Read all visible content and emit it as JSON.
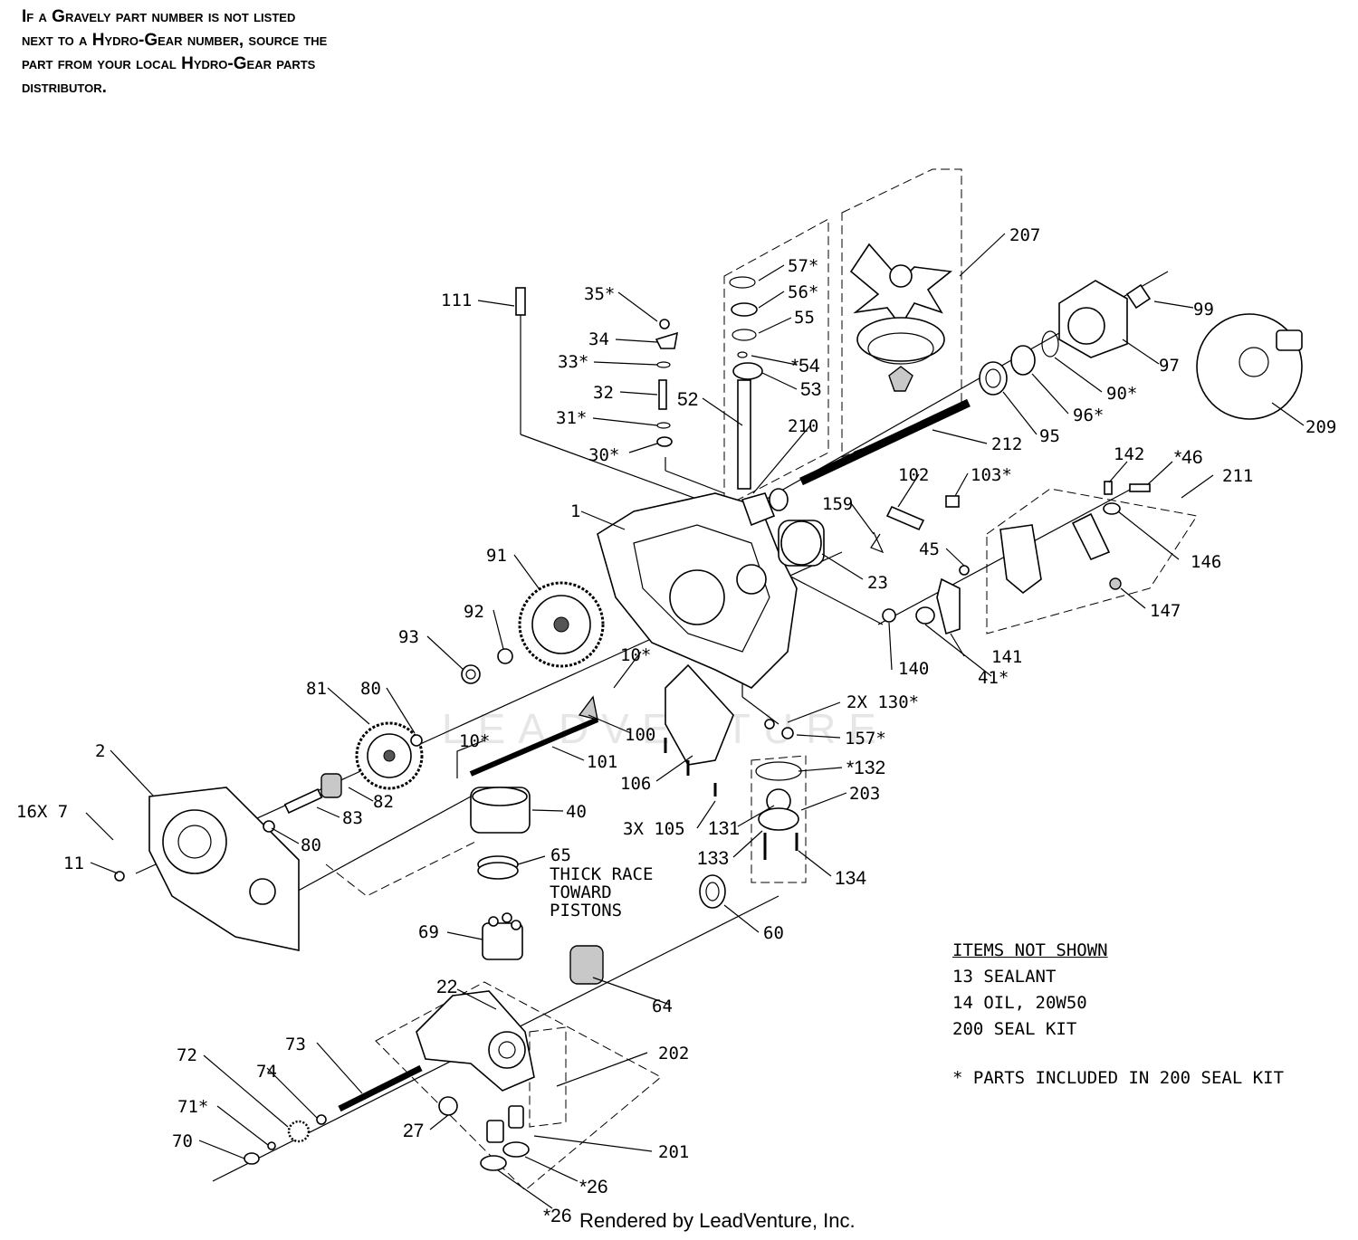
{
  "note": {
    "lines": [
      "If a Gravely part number is not listed",
      "next to a Hydro-Gear number, source the",
      "part from your local Hydro-Gear parts",
      "distributor."
    ]
  },
  "watermark": "LEADVENTURE",
  "labels": {
    "l111": "111",
    "l35": "35*",
    "l34": "34",
    "l33": "33*",
    "l32": "32",
    "l31": "31*",
    "l30": "30*",
    "l57": "57*",
    "l56": "56*",
    "l55": "55",
    "l54": "*54",
    "l53": "53",
    "l52": "52",
    "l210": "210",
    "l207": "207",
    "l99": "99",
    "l97": "97",
    "l90": "90*",
    "l96": "96*",
    "l95": "95",
    "l209": "209",
    "l212": "212",
    "l142": "142",
    "l46": "*46",
    "l211": "211",
    "l102": "102",
    "l103": "103*",
    "l159": "159",
    "l45": "45",
    "l146": "146",
    "l147": "147",
    "l1": "1",
    "l23": "23",
    "l91": "91",
    "l92": "92",
    "l93": "93",
    "l140": "140",
    "l141": "141",
    "l41": "41*",
    "l10": "10*",
    "l80a": "80",
    "l81": "81",
    "l2": "2",
    "l10b": "10*",
    "l100": "100",
    "l101": "101",
    "l130": "2X 130*",
    "l157": "157*",
    "l132": "*132",
    "l106": "106",
    "l203": "203",
    "l7": "16X 7",
    "l82": "82",
    "l83": "83",
    "l40": "40",
    "l105": "3X 105",
    "l131": "131",
    "l80b": "80",
    "l11": "11",
    "l133": "133",
    "l134": "134",
    "l65": "65",
    "l65note1": "THICK RACE",
    "l65note2": "TOWARD",
    "l65note3": "PISTONS",
    "l69": "69",
    "l60": "60",
    "l22": "22",
    "l64": "64",
    "l72": "72",
    "l73": "73",
    "l202": "202",
    "l74": "74",
    "l71": "71*",
    "l70": "70",
    "l27": "27",
    "l201": "201",
    "l26a": "*26",
    "l26b": "*26"
  },
  "items_not_shown": {
    "header": "ITEMS NOT SHOWN",
    "items": [
      "13 SEALANT",
      "14 OIL, 20W50",
      "200 SEAL KIT"
    ]
  },
  "seal_note": "* PARTS INCLUDED IN 200 SEAL KIT",
  "credit": "Rendered by LeadVenture, Inc."
}
